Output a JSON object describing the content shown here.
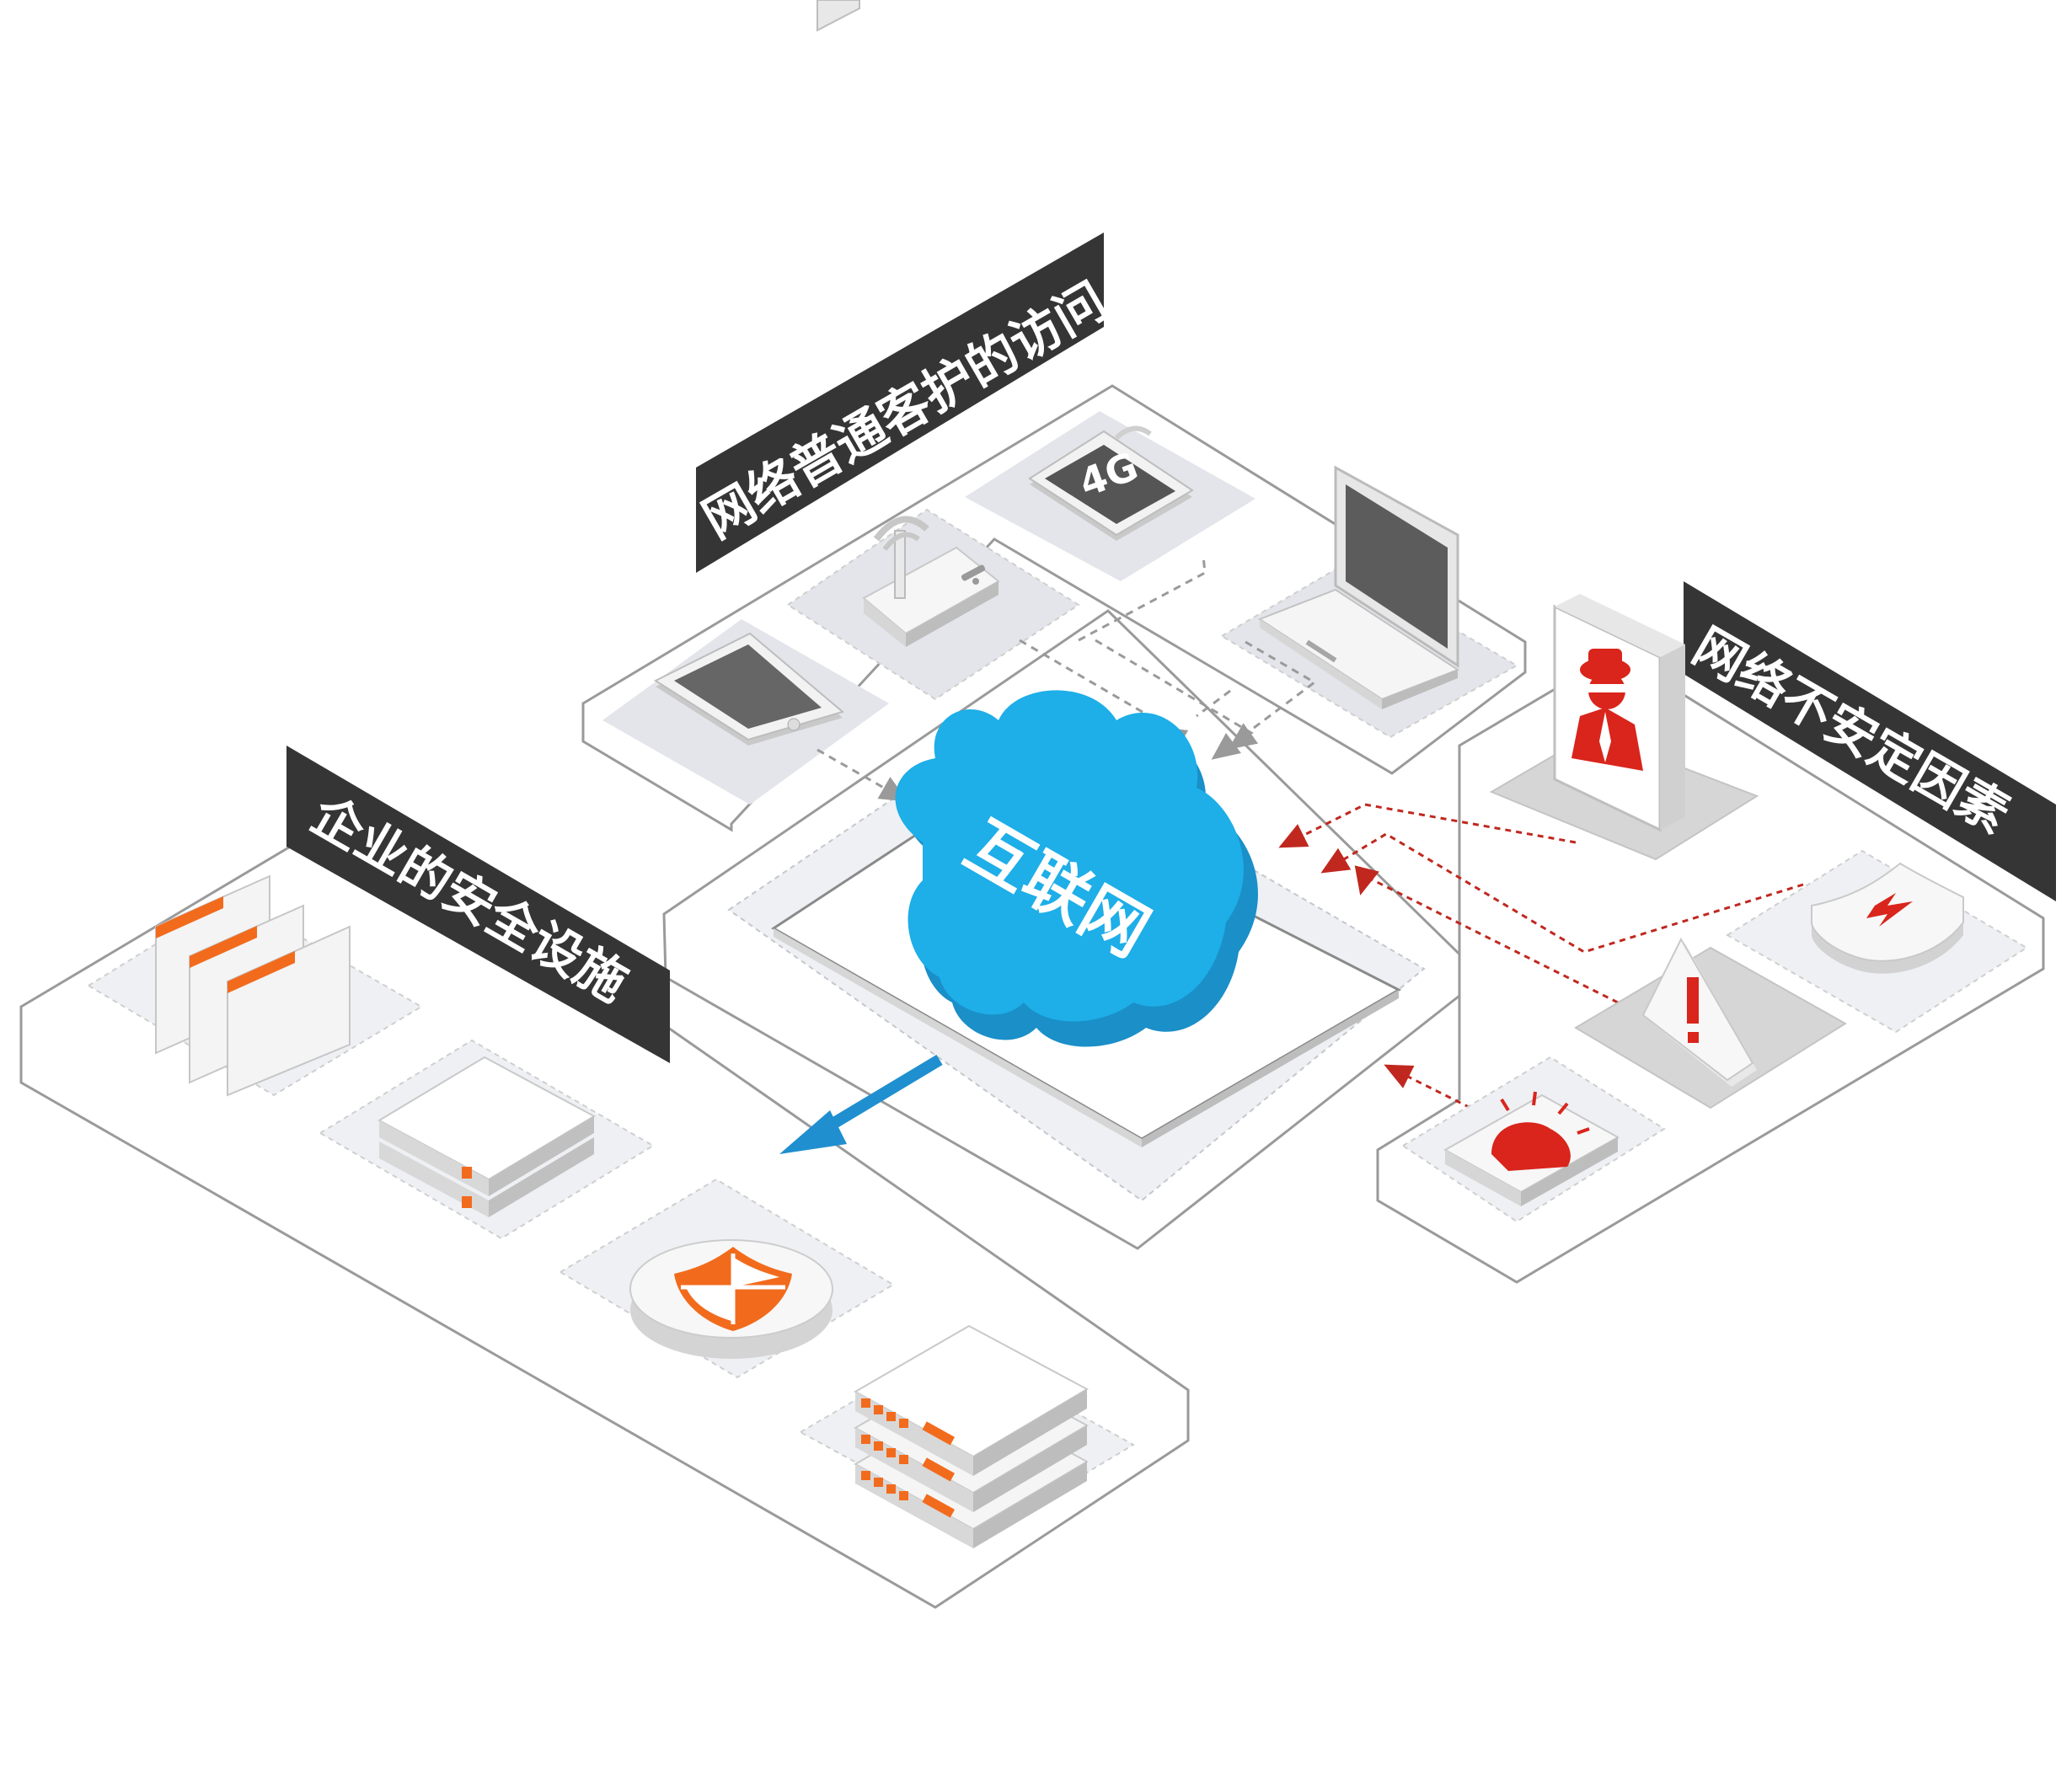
{
  "labels": {
    "internet": "互联网",
    "user_access": "网络普通客护的访问",
    "enterprise_security": "企业的安全设施",
    "threats": "网络不安定因素"
  },
  "device_badges": {
    "tablet_network": "4G"
  },
  "icons": {
    "access_devices": [
      "tablet-icon",
      "wifi-router-icon",
      "4g-tablet-icon",
      "laptop-icon"
    ],
    "security_facilities": [
      "folders-icon",
      "server-icon",
      "shield-icon",
      "server-rack-icon"
    ],
    "threat_items": [
      "hacker-icon",
      "lightning-shield-icon",
      "warning-icon",
      "alarm-icon"
    ]
  },
  "colors": {
    "cloud": "#1eaee8",
    "cloud_shadow": "#1a8fc8",
    "label_bg": "#353535",
    "accent_orange": "#f26b1d",
    "threat_red": "#d9251c",
    "arrow_blue": "#1f8fcf",
    "platform_line": "#8a8a8a"
  }
}
